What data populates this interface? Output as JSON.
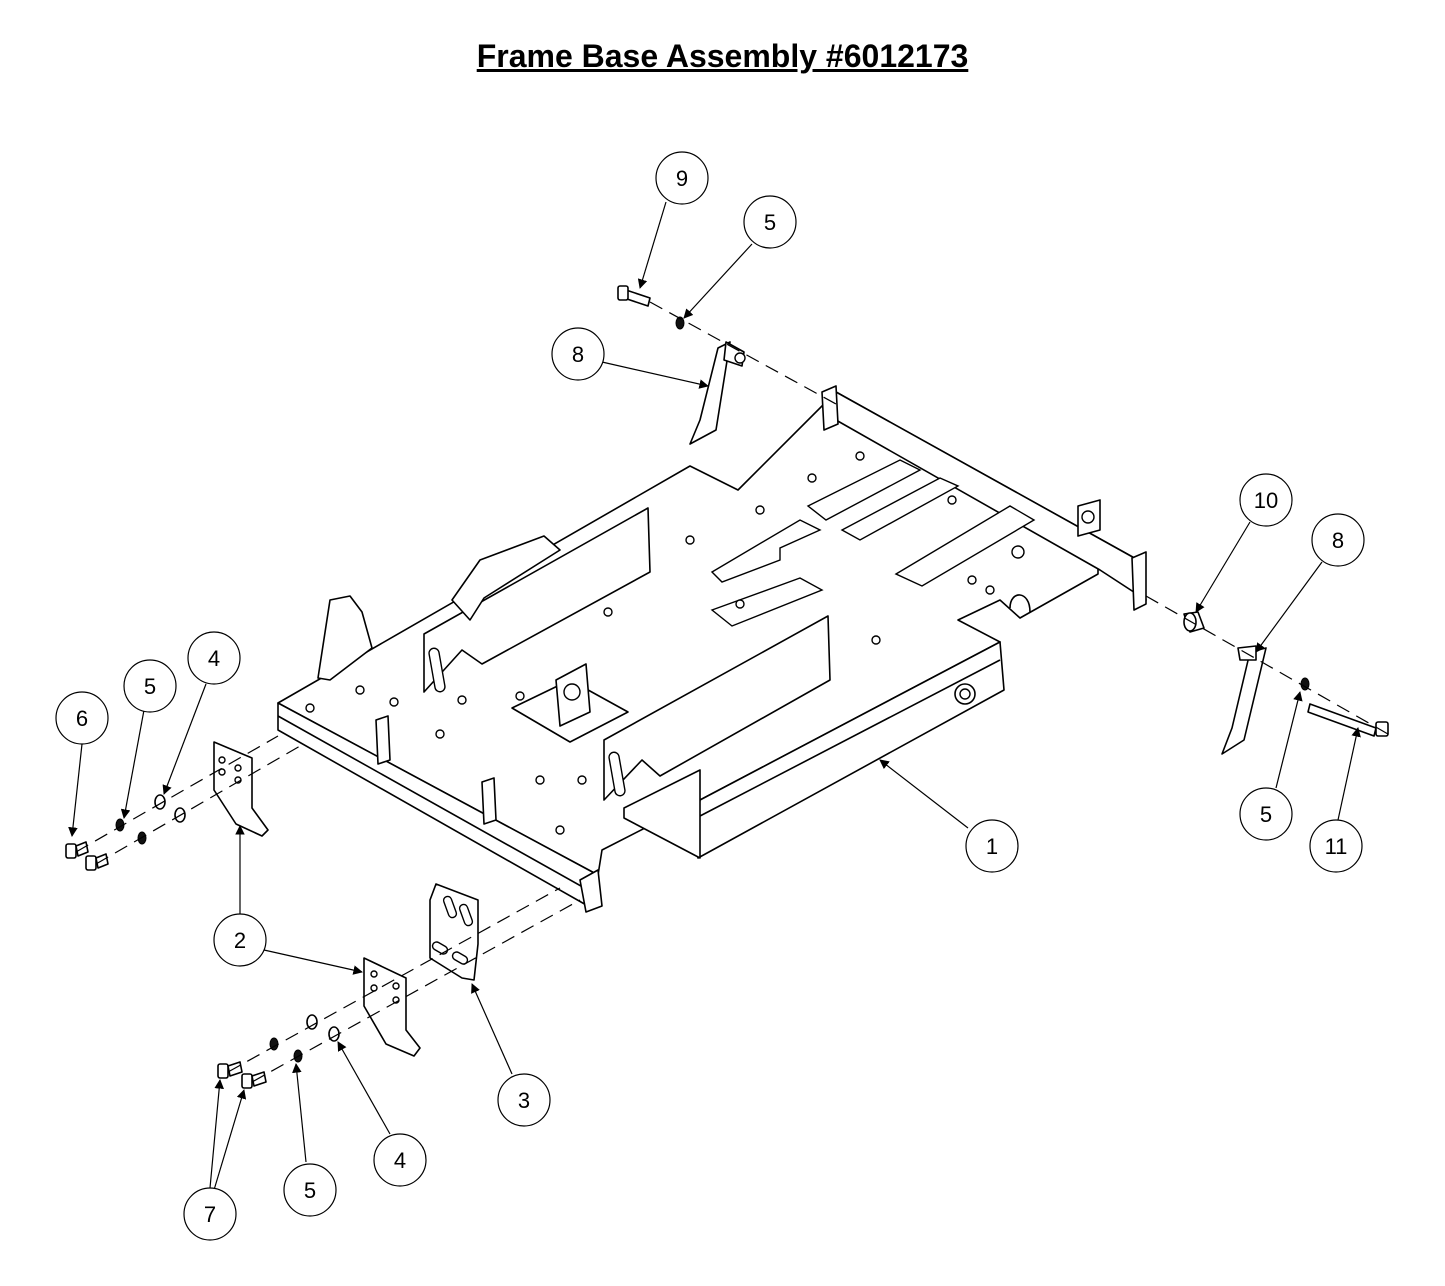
{
  "title": "Frame Base Assembly #6012173",
  "callouts": [
    {
      "id": "c9",
      "label": "9"
    },
    {
      "id": "c5a",
      "label": "5"
    },
    {
      "id": "c8a",
      "label": "8"
    },
    {
      "id": "c10",
      "label": "10"
    },
    {
      "id": "c8b",
      "label": "8"
    },
    {
      "id": "c6",
      "label": "6"
    },
    {
      "id": "c5b",
      "label": "5"
    },
    {
      "id": "c4a",
      "label": "4"
    },
    {
      "id": "c1",
      "label": "1"
    },
    {
      "id": "c5c",
      "label": "5"
    },
    {
      "id": "c11",
      "label": "11"
    },
    {
      "id": "c2",
      "label": "2"
    },
    {
      "id": "c3",
      "label": "3"
    },
    {
      "id": "c4b",
      "label": "4"
    },
    {
      "id": "c5d",
      "label": "5"
    },
    {
      "id": "c7",
      "label": "7"
    }
  ]
}
